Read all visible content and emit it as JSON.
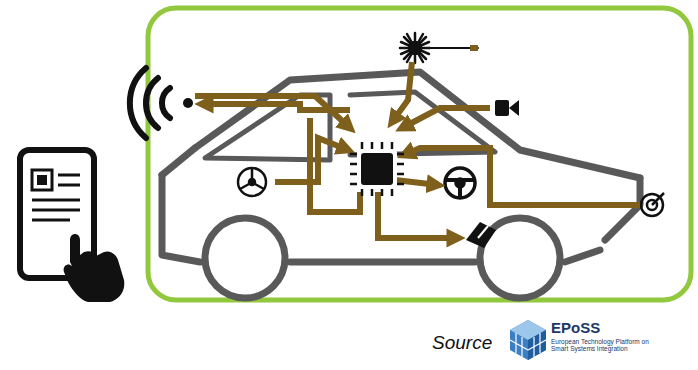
{
  "diagram": {
    "labels": [
      "Source",
      "EPoSS",
      "European Technology Platform on Smart Systems Integration"
    ]
  }
}
